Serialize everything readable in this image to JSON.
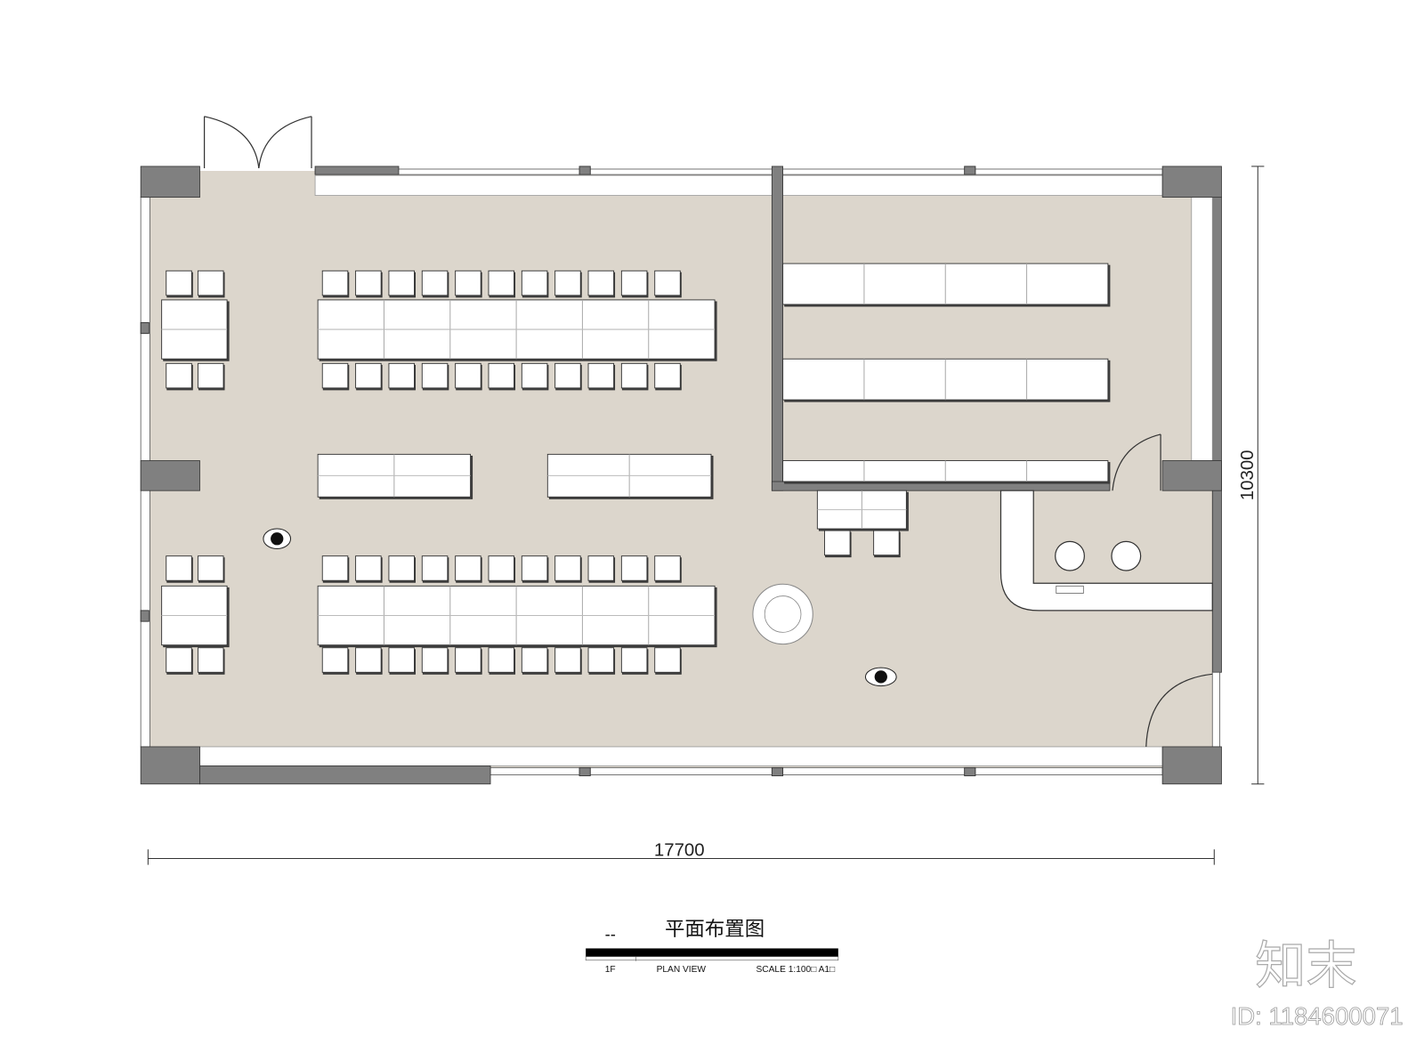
{
  "plan": {
    "title": "平面布置图",
    "title_prefix": "--",
    "floor_label": "1F",
    "view_label": "PLAN VIEW",
    "scale_label": "SCALE 1:100□ A1□",
    "width_dimension": "17700",
    "height_dimension": "10300"
  },
  "colors": {
    "floor": "#dcd6cc",
    "wall": "#808080",
    "furniture": "#ffffff",
    "line": "#333333"
  },
  "brand": {
    "logo": "知末",
    "id_label": "ID: 1184600071"
  }
}
